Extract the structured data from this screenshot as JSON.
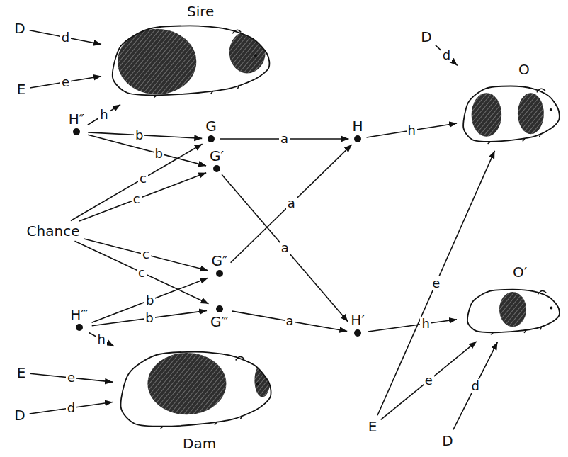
{
  "diagram": {
    "nodes": [
      {
        "text": [
          "D"
        ]
      },
      {
        "text": [
          "Sire"
        ]
      },
      {
        "text": [
          "D"
        ]
      },
      {
        "text": [
          "O"
        ]
      },
      {
        "text": [
          "E"
        ]
      },
      {
        "text": [
          "H″"
        ]
      },
      {
        "text": [
          "G"
        ]
      },
      {
        "text": [
          "H"
        ]
      },
      {
        "text": [
          "G′"
        ]
      },
      {
        "text": [
          "Chance"
        ]
      },
      {
        "text": [
          "G″"
        ]
      },
      {
        "text": [
          "O′"
        ]
      },
      {
        "text": [
          "G‴"
        ]
      },
      {
        "text": [
          "H‴"
        ]
      },
      {
        "text": [
          "H′"
        ]
      },
      {
        "text": [
          "Dam"
        ]
      },
      {
        "text": [
          "E"
        ]
      },
      {
        "text": [
          "D"
        ]
      },
      {
        "text": [
          "E"
        ]
      },
      {
        "text": [
          "D"
        ]
      }
    ],
    "edges": [
      {
        "from": 0,
        "to": 1,
        "label": "d",
        "arrow": "to"
      },
      {
        "from": 4,
        "to": 1,
        "label": "e",
        "arrow": "to"
      },
      {
        "from": 5,
        "to": 1,
        "label": "h",
        "arrow": "to"
      },
      {
        "from": 5,
        "to": 6,
        "label": "b",
        "arrow": "to"
      },
      {
        "from": 5,
        "to": 8,
        "label": "b",
        "arrow": "to"
      },
      {
        "from": 9,
        "to": 6,
        "label": "c",
        "arrow": "to"
      },
      {
        "from": 9,
        "to": 8,
        "label": "c",
        "arrow": "to"
      },
      {
        "from": 9,
        "to": 10,
        "label": "c",
        "arrow": "to"
      },
      {
        "from": 9,
        "to": 12,
        "label": "c",
        "arrow": "to"
      },
      {
        "from": 13,
        "to": 10,
        "label": "b",
        "arrow": "to"
      },
      {
        "from": 13,
        "to": 12,
        "label": "b",
        "arrow": "to"
      },
      {
        "from": 13,
        "to": 15,
        "label": "h",
        "arrow": "to"
      },
      {
        "from": 16,
        "to": 15,
        "label": "e",
        "arrow": "to"
      },
      {
        "from": 17,
        "to": 15,
        "label": "d",
        "arrow": "to"
      },
      {
        "from": 6,
        "to": 7,
        "label": "a",
        "arrow": "to"
      },
      {
        "from": 10,
        "to": 7,
        "label": "a",
        "arrow": "to"
      },
      {
        "from": 8,
        "to": 14,
        "label": "a",
        "arrow": "to"
      },
      {
        "from": 12,
        "to": 14,
        "label": "a",
        "arrow": "to"
      },
      {
        "from": 7,
        "to": 3,
        "label": "h",
        "arrow": "to"
      },
      {
        "from": 14,
        "to": 11,
        "label": "h",
        "arrow": "to"
      },
      {
        "from": 18,
        "to": 3,
        "label": "e",
        "arrow": "to"
      },
      {
        "from": 18,
        "to": 11,
        "label": "e",
        "arrow": "to"
      },
      {
        "from": 2,
        "to": 3,
        "label": "d",
        "arrow": "to"
      },
      {
        "from": 19,
        "to": 11,
        "label": "d",
        "arrow": "to"
      }
    ]
  }
}
